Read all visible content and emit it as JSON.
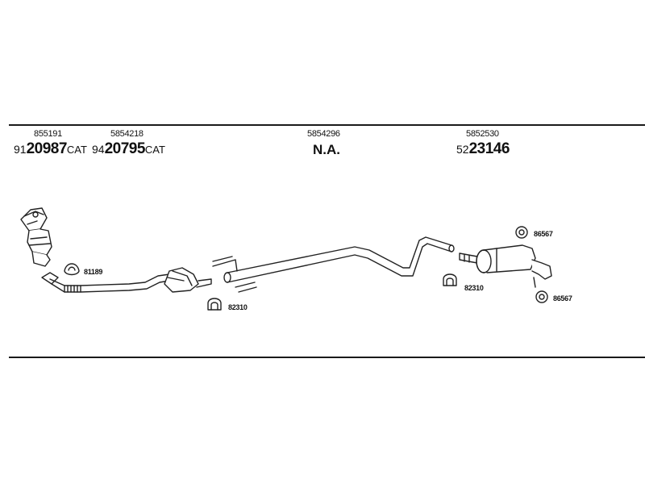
{
  "header": {
    "columns": [
      {
        "oe_number": "855191",
        "article_prefix": "91",
        "article_main": "20987",
        "article_suffix": "CAT"
      },
      {
        "oe_number": "5854218",
        "article_prefix": "94",
        "article_main": "20795",
        "article_suffix": "CAT"
      },
      {
        "oe_number": "5854296",
        "article_text": "N.A."
      },
      {
        "oe_number": "5852530",
        "article_prefix": "52",
        "article_main": "23146"
      }
    ]
  },
  "parts": {
    "gasket_front": "81189",
    "clamp_middle": "82310",
    "clamp_rear": "82310",
    "rubber_mount_top": "86567",
    "rubber_mount_bottom": "86567"
  }
}
